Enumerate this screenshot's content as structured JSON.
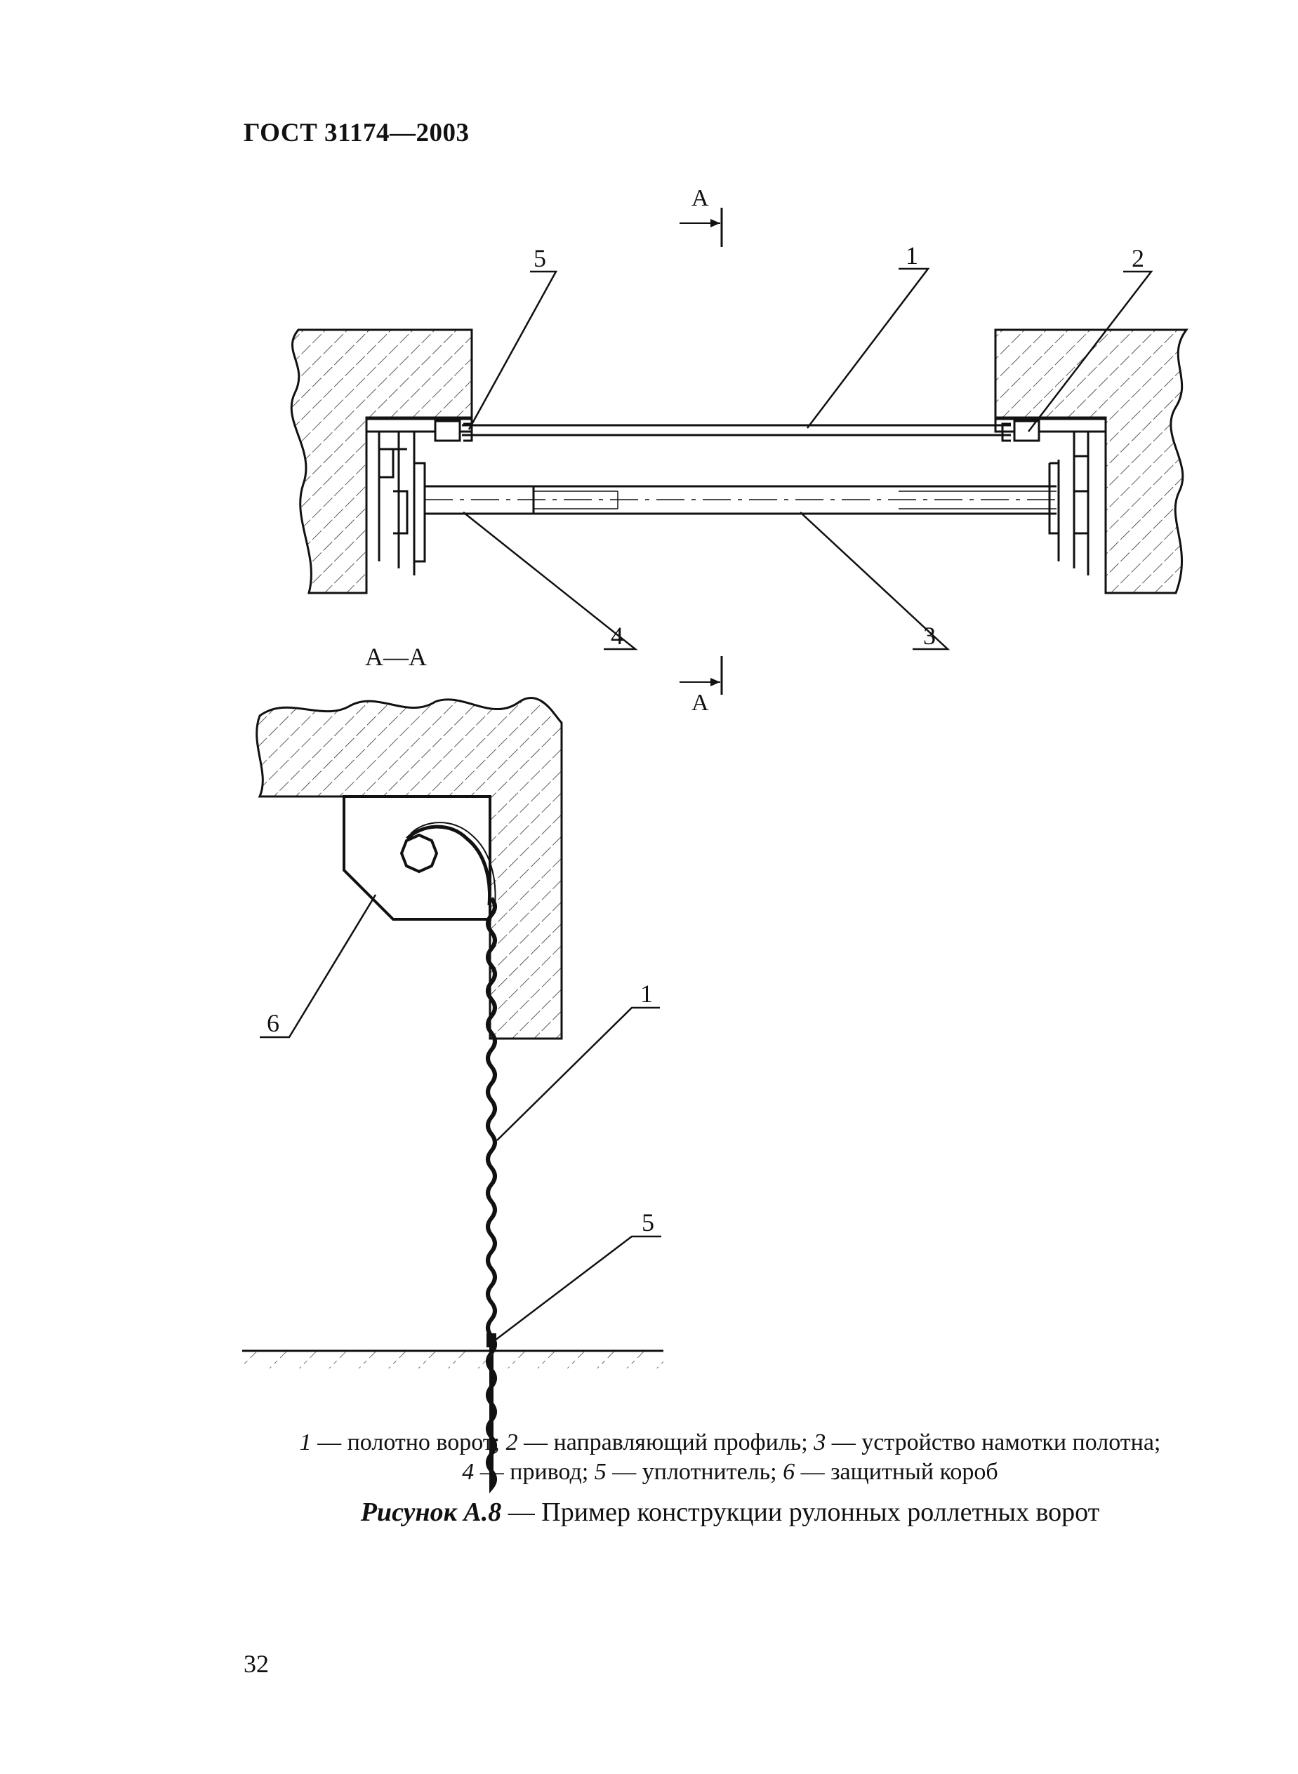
{
  "header": {
    "standard": "ГОСТ 31174—2003"
  },
  "figure": {
    "callouts_top": [
      "5",
      "1",
      "2",
      "4",
      "3"
    ],
    "section_mark": "А",
    "section_title": "А—А",
    "callouts_section": [
      "6",
      "1",
      "5"
    ]
  },
  "legend": {
    "line1": [
      {
        "num": "1",
        "text": " — полотно ворот; "
      },
      {
        "num": "2",
        "text": " — направляющий профиль; "
      },
      {
        "num": "3",
        "text": " — устройство намотки полотна;"
      }
    ],
    "line2": [
      {
        "num": "4",
        "text": " — привод; "
      },
      {
        "num": "5",
        "text": " — уплотнитель; "
      },
      {
        "num": "6",
        "text": " — защитный короб"
      }
    ]
  },
  "title": {
    "label": "Рисунок А.8",
    "text": " — Пример конструкции рулонных роллетных ворот"
  },
  "page_number": "32"
}
